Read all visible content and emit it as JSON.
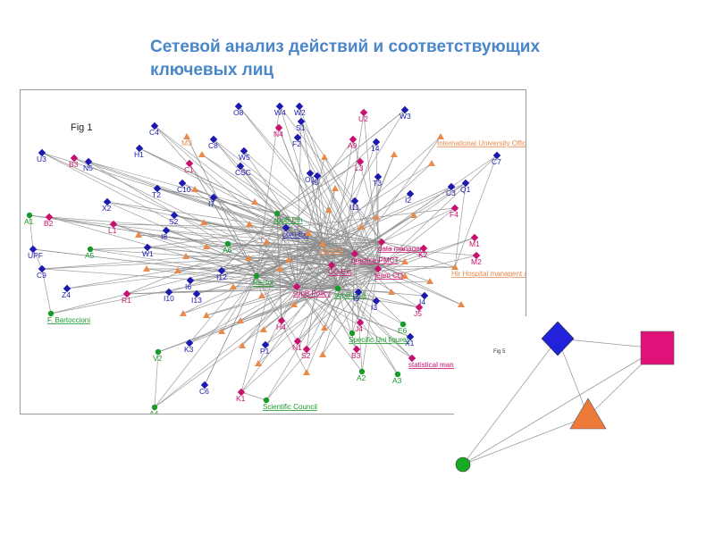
{
  "title": {
    "line1": "Сетевой анализ действий и соответствующих",
    "line2": "ключевых лиц"
  },
  "fig1": {
    "label": "Fig 1",
    "colors": {
      "blue": "#1a1ab0",
      "pink": "#c8106e",
      "orange": "#e88a4c",
      "green": "#1a9a2a",
      "edge": "#8c8c8c"
    },
    "nodes": [
      {
        "id": "O8",
        "c": "blue",
        "s": "sq"
      },
      {
        "id": "W4",
        "c": "blue",
        "s": "sq"
      },
      {
        "id": "W2",
        "c": "blue",
        "s": "sq"
      },
      {
        "id": "W3",
        "c": "blue",
        "s": "sq"
      },
      {
        "id": "U2",
        "c": "pink",
        "s": "sq"
      },
      {
        "id": "C4",
        "c": "blue",
        "s": "sq"
      },
      {
        "id": "N4",
        "c": "pink",
        "s": "sq"
      },
      {
        "id": "S1",
        "c": "blue",
        "s": "sq"
      },
      {
        "id": "M3",
        "c": "orange",
        "s": "tr"
      },
      {
        "id": "C8",
        "c": "blue",
        "s": "sq"
      },
      {
        "id": "F2",
        "c": "blue",
        "s": "sq"
      },
      {
        "id": "A9",
        "c": "pink",
        "s": "sq"
      },
      {
        "id": "14",
        "c": "blue",
        "s": "sq"
      },
      {
        "id": "International University Office",
        "c": "orange",
        "s": "tr",
        "long": true
      },
      {
        "id": "H1",
        "c": "blue",
        "s": "sq"
      },
      {
        "id": "W5",
        "c": "blue",
        "s": "sq"
      },
      {
        "id": "U3",
        "c": "blue",
        "s": "sq"
      },
      {
        "id": "B3",
        "c": "pink",
        "s": "sq"
      },
      {
        "id": "N5",
        "c": "blue",
        "s": "sq"
      },
      {
        "id": "C1",
        "c": "pink",
        "s": "sq"
      },
      {
        "id": "CSC",
        "c": "blue",
        "s": "sq"
      },
      {
        "id": "C7",
        "c": "blue",
        "s": "sq"
      },
      {
        "id": "Q1",
        "c": "blue",
        "s": "sq"
      },
      {
        "id": "C3",
        "c": "blue",
        "s": "sq"
      },
      {
        "id": "T2",
        "c": "blue",
        "s": "sq"
      },
      {
        "id": "C10",
        "c": "blue",
        "s": "sq"
      },
      {
        "id": "I7",
        "c": "blue",
        "s": "sq"
      },
      {
        "id": "I5",
        "c": "blue",
        "s": "sq"
      },
      {
        "id": "X2",
        "c": "blue",
        "s": "sq"
      },
      {
        "id": "I2",
        "c": "blue",
        "s": "sq"
      },
      {
        "id": "F4",
        "c": "pink",
        "s": "sq"
      },
      {
        "id": "A1",
        "c": "green",
        "s": "ci"
      },
      {
        "id": "B2",
        "c": "pink",
        "s": "sq"
      },
      {
        "id": "S2",
        "c": "blue",
        "s": "sq"
      },
      {
        "id": "supB Eth",
        "c": "green",
        "s": "ci",
        "long": true
      },
      {
        "id": "I11",
        "c": "blue",
        "s": "sq"
      },
      {
        "id": "L1",
        "c": "pink",
        "s": "sq"
      },
      {
        "id": "I8",
        "c": "blue",
        "s": "sq"
      },
      {
        "id": "com-Ext",
        "c": "blue",
        "s": "sq",
        "long": true
      },
      {
        "id": "UPF",
        "c": "blue",
        "s": "sq"
      },
      {
        "id": "W1",
        "c": "blue",
        "s": "sq"
      },
      {
        "id": "A6",
        "c": "green",
        "s": "ci"
      },
      {
        "id": "A5",
        "c": "green",
        "s": "ci"
      },
      {
        "id": "data managers",
        "c": "pink",
        "s": "sq",
        "long": true
      },
      {
        "id": "practice-PMCT",
        "c": "pink",
        "s": "sq",
        "long": true
      },
      {
        "id": "M1",
        "c": "pink",
        "s": "sq"
      },
      {
        "id": "K2",
        "c": "pink",
        "s": "sq"
      },
      {
        "id": "M2",
        "c": "pink",
        "s": "sq"
      },
      {
        "id": "C9",
        "c": "blue",
        "s": "sq"
      },
      {
        "id": "com-Ed",
        "c": "orange",
        "s": "tr",
        "long": true
      },
      {
        "id": "CO-Ext",
        "c": "pink",
        "s": "sq",
        "long": true
      },
      {
        "id": "team CO",
        "c": "pink",
        "s": "sq",
        "long": true
      },
      {
        "id": "Hir Hospital managent aof Emy",
        "c": "orange",
        "s": "tr",
        "long": true
      },
      {
        "id": "Z4",
        "c": "blue",
        "s": "sq"
      },
      {
        "id": "I12",
        "c": "blue",
        "s": "sq"
      },
      {
        "id": "Rector",
        "c": "green",
        "s": "ci",
        "long": true
      },
      {
        "id": "R1",
        "c": "pink",
        "s": "sq"
      },
      {
        "id": "I10",
        "c": "blue",
        "s": "sq"
      },
      {
        "id": "I6",
        "c": "blue",
        "s": "sq"
      },
      {
        "id": "I13",
        "c": "blue",
        "s": "sq"
      },
      {
        "id": "supB Policy",
        "c": "pink",
        "s": "sq",
        "long": true
      },
      {
        "id": "supB HTA",
        "c": "green",
        "s": "ci",
        "long": true
      },
      {
        "id": "I9",
        "c": "blue",
        "s": "sq"
      },
      {
        "id": "F. Bartoccioni",
        "c": "green",
        "s": "ci",
        "long": true
      },
      {
        "id": "H4",
        "c": "pink",
        "s": "sq"
      },
      {
        "id": "J4",
        "c": "pink",
        "s": "sq"
      },
      {
        "id": "J5",
        "c": "pink",
        "s": "sq"
      },
      {
        "id": "E6",
        "c": "green",
        "s": "ci"
      },
      {
        "id": "Specific Uni figures",
        "c": "green",
        "s": "ci",
        "long": true
      },
      {
        "id": "X1",
        "c": "blue",
        "s": "sq"
      },
      {
        "id": "K3",
        "c": "blue",
        "s": "sq"
      },
      {
        "id": "P1",
        "c": "blue",
        "s": "sq"
      },
      {
        "id": "N1",
        "c": "pink",
        "s": "sq"
      },
      {
        "id": "S2b",
        "label": "S2",
        "c": "pink",
        "s": "sq"
      },
      {
        "id": "B3b",
        "label": "B3",
        "c": "pink",
        "s": "sq"
      },
      {
        "id": "V2",
        "c": "green",
        "s": "ci"
      },
      {
        "id": "statistical managers",
        "c": "pink",
        "s": "sq",
        "long": true
      },
      {
        "id": "A3",
        "c": "green",
        "s": "ci"
      },
      {
        "id": "A2",
        "c": "green",
        "s": "ci"
      },
      {
        "id": "C6",
        "c": "blue",
        "s": "sq"
      },
      {
        "id": "K1",
        "c": "pink",
        "s": "sq"
      },
      {
        "id": "Scientific Council",
        "c": "green",
        "s": "ci",
        "long": true
      },
      {
        "id": "A4",
        "c": "green",
        "s": "ci"
      },
      {
        "id": "O1",
        "c": "blue",
        "s": "sq"
      },
      {
        "id": "L3",
        "c": "pink",
        "s": "sq"
      },
      {
        "id": "T3",
        "c": "blue",
        "s": "sq"
      },
      {
        "id": "I3",
        "c": "blue",
        "s": "sq"
      },
      {
        "id": "I4",
        "c": "blue",
        "s": "sq"
      }
    ],
    "orange_triangles": 38
  },
  "fig5": {
    "label": "Fig 5",
    "colors": {
      "diamond": "#2222dd",
      "square": "#e0127a",
      "triangle": "#ee7a3a",
      "circle": "#1aaa22",
      "edge": "#9a9a9a"
    }
  }
}
